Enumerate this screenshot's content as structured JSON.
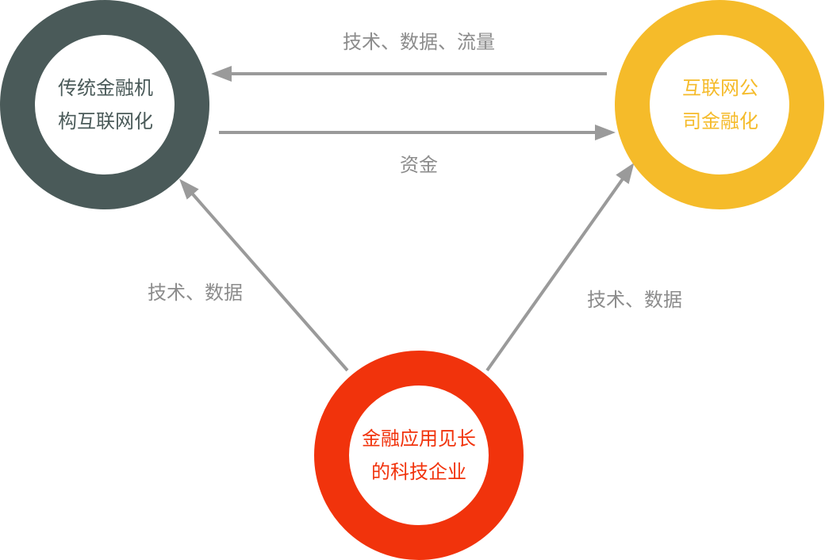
{
  "nodes": {
    "traditional": {
      "line1": "传统金融机",
      "line2": "构互联网化",
      "color": "#4a5a59"
    },
    "internet": {
      "line1": "互联网公",
      "line2": "司金融化",
      "color": "#f5bb2a"
    },
    "fintech": {
      "line1": "金融应用见长",
      "line2": "的科技企业",
      "color": "#f1330c"
    }
  },
  "edges": {
    "internet_to_traditional": "技术、数据、流量",
    "traditional_to_internet": "资金",
    "fintech_to_traditional": "技术、数据",
    "fintech_to_internet": "技术、数据"
  },
  "colors": {
    "arrow": "#9a9a9a",
    "edge_label": "#8c8c8c"
  }
}
